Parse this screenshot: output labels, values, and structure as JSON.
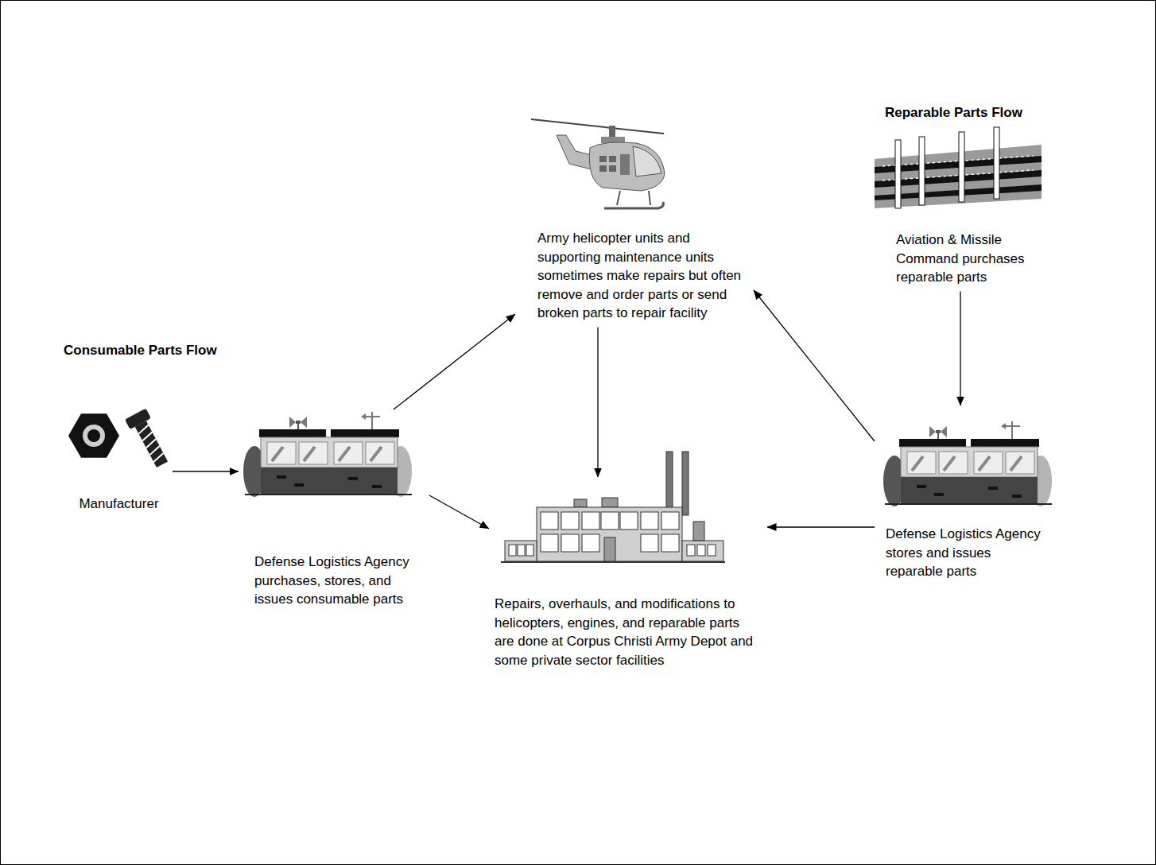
{
  "diagram": {
    "nodes": [
      {
        "text": [
          "Manufacturer"
        ]
      },
      {
        "text": [
          "Defense Logistics Agency purchases, stores, and issues consumable parts"
        ]
      },
      {
        "text": [
          "Army helicopter units and supporting maintenance units sometimes make repairs but often remove and order parts or send broken parts to repair facility"
        ]
      },
      {
        "text": [
          "Aviation & Missile Command purchases reparable parts"
        ]
      },
      {
        "text": [
          "Defense Logistics Agency stores and issues reparable parts"
        ]
      },
      {
        "text": [
          "Repairs, overhauls, and modifications to helicopters, engines, and reparable parts are done at Corpus Christi Army Depot and some private sector facilities"
        ]
      }
    ],
    "edges": [
      {
        "from": 0,
        "to": 1,
        "arrow": "to"
      },
      {
        "from": 1,
        "to": 2,
        "arrow": "to"
      },
      {
        "from": 1,
        "to": 5,
        "arrow": "to"
      },
      {
        "from": 2,
        "to": 5,
        "arrow": "to"
      },
      {
        "from": 3,
        "to": 4,
        "arrow": "to"
      },
      {
        "from": 4,
        "to": 2,
        "arrow": "to"
      },
      {
        "from": 4,
        "to": 5,
        "arrow": "to"
      }
    ],
    "labels": [
      "Consumable Parts Flow",
      "Reparable Parts Flow"
    ]
  }
}
